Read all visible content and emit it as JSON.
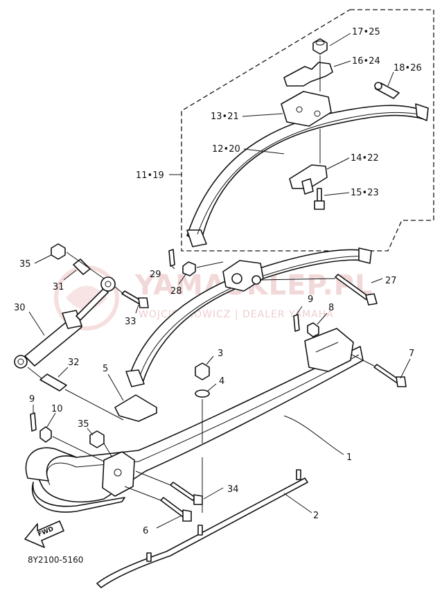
{
  "labels": {
    "l1725": "17•25",
    "l1624": "16•24",
    "l1826": "18•26",
    "l1321": "13•21",
    "l1220": "12•20",
    "l1422": "14•22",
    "l1119": "11•19",
    "l1523": "15•23",
    "l35a": "35",
    "l31": "31",
    "l29": "29",
    "l28": "28",
    "l27": "27",
    "l30": "30",
    "l33": "33",
    "l9a": "9",
    "l8": "8",
    "l3": "3",
    "l4": "4",
    "l7": "7",
    "l32": "32",
    "l5": "5",
    "l9b": "9",
    "l10": "10",
    "l35b": "35",
    "l1": "1",
    "l34": "34",
    "l2": "2",
    "l6": "6"
  },
  "watermark": {
    "main": "YAMASKLEP.PL",
    "sub": "WOJCIECHOWICZ | DEALER YAMAHA"
  },
  "fwd_badge": "FWD",
  "diagram_code": "8Y2100-5160"
}
